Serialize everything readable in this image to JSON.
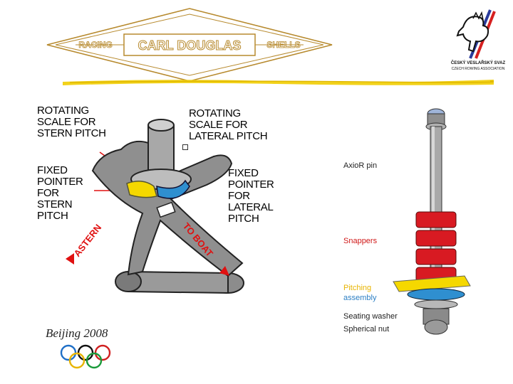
{
  "brand": {
    "left_word": "RACING",
    "main_name": "CARL DOUGLAS",
    "right_word": "SHELLS"
  },
  "association": {
    "line1": "ČESKÝ VESLAŘSKÝ SVAZ",
    "line2": "CZECH ROWING ASSOCIATION"
  },
  "diagram": {
    "rotating_stern": "ROTATING\nSCALE FOR\nSTERN PITCH",
    "rotating_lateral": "ROTATING\nSCALE FOR\nLATERAL PITCH",
    "fixed_stern": "FIXED\nPOINTER\nFOR\nSTERN\nPITCH",
    "fixed_lateral": "FIXED\nPOINTER\nFOR\nLATERAL\nPITCH",
    "astern": "ASTERN",
    "to_boat": "TO BOAT"
  },
  "pin_labels": {
    "axior_pin": "AxioR pin",
    "snappers": "Snappers",
    "pitching_line1": "Pitching",
    "pitching_line2": "assembly",
    "seating_washer": "Seating washer",
    "spherical_nut": "Spherical nut"
  },
  "olympic": {
    "text": "Beijing 2008"
  },
  "colors": {
    "brand_gold": "#b78a2e",
    "stripe_yellow": "#f2d21a",
    "shaft_gray": "#8c8c8c",
    "pointer_yellow": "#f5d800",
    "scale_blue": "#2f8fd0",
    "arrow_red": "#e01010",
    "snapper_red": "#d81a22",
    "label_red": "#d01818",
    "label_blue": "#2c7fc4",
    "label_yellow": "#e8b400"
  }
}
